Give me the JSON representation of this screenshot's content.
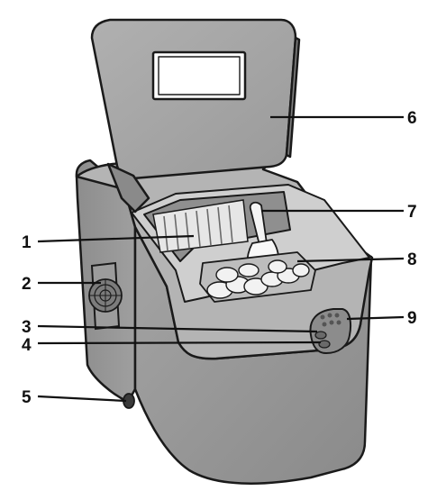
{
  "diagram": {
    "callouts": [
      {
        "label": "1"
      },
      {
        "label": "2"
      },
      {
        "label": "3"
      },
      {
        "label": "4"
      },
      {
        "label": "5"
      },
      {
        "label": "6"
      },
      {
        "label": "7"
      },
      {
        "label": "8"
      },
      {
        "label": "9"
      }
    ]
  },
  "colors": {
    "body": "#9a9a9a",
    "lid": "#a6a6a6",
    "outline": "#1a1a1a",
    "ice": "#f2f2f2"
  }
}
